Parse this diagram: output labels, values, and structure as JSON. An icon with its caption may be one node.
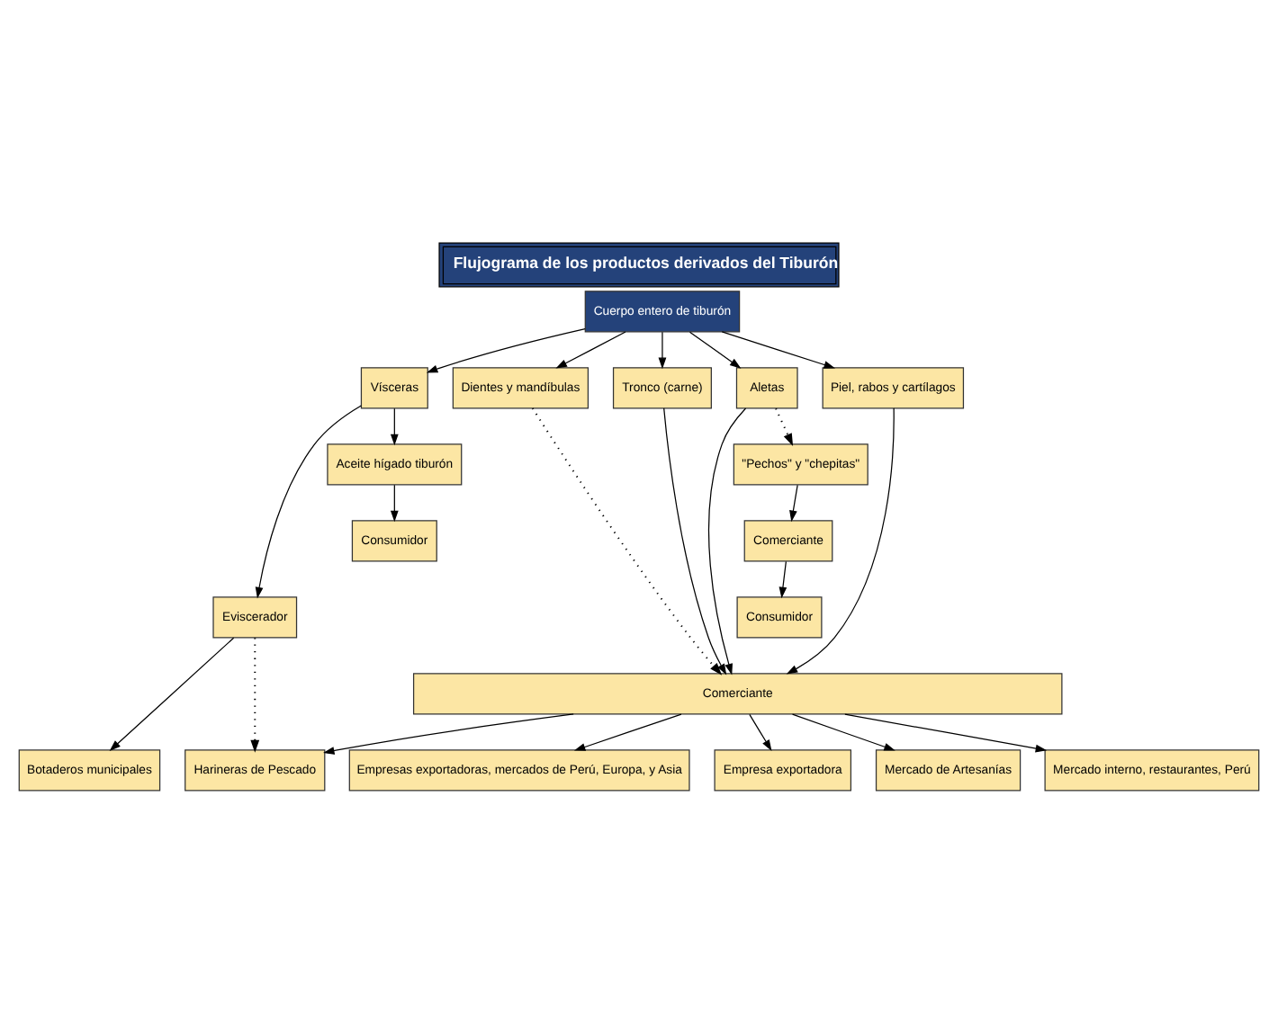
{
  "diagram": {
    "title": "Flujograma de los productos derivados del Tiburón",
    "nodes": [
      {
        "text": [
          "Cuerpo entero de tiburón"
        ]
      },
      {
        "text": [
          "Vísceras"
        ]
      },
      {
        "text": [
          "Dientes y mandíbulas"
        ]
      },
      {
        "text": [
          "Tronco (carne)"
        ]
      },
      {
        "text": [
          "Aletas"
        ]
      },
      {
        "text": [
          "Piel, rabos y cartílagos"
        ]
      },
      {
        "text": [
          "Aceite hígado tiburón"
        ]
      },
      {
        "text": [
          "Consumidor"
        ]
      },
      {
        "text": [
          "\"Pechos\" y \"chepitas\""
        ]
      },
      {
        "text": [
          "Comerciante"
        ]
      },
      {
        "text": [
          "Consumidor"
        ]
      },
      {
        "text": [
          "Eviscerador"
        ]
      },
      {
        "text": [
          "Comerciante"
        ]
      },
      {
        "text": [
          "Botaderos municipales"
        ]
      },
      {
        "text": [
          "Harineras de Pescado"
        ]
      },
      {
        "text": [
          "Mercado de Artesanías"
        ]
      },
      {
        "text": [
          "Mercado interno, restaurantes, Perú"
        ]
      },
      {
        "text": [
          "Empresas exportadoras, mercados de Perú, Europa, y Asia"
        ]
      },
      {
        "text": [
          "Empresa exportadora"
        ]
      }
    ],
    "edges": [
      {
        "from": 0,
        "to": 1,
        "arrow": "to"
      },
      {
        "from": 0,
        "to": 2,
        "arrow": "to"
      },
      {
        "from": 0,
        "to": 3,
        "arrow": "to"
      },
      {
        "from": 0,
        "to": 4,
        "arrow": "to"
      },
      {
        "from": 0,
        "to": 5,
        "arrow": "to"
      },
      {
        "from": 1,
        "to": 6,
        "arrow": "to"
      },
      {
        "from": 6,
        "to": 7,
        "arrow": "to"
      },
      {
        "from": 1,
        "to": 11,
        "arrow": "to"
      },
      {
        "from": 4,
        "to": 8,
        "arrow": "to",
        "style": "dashed"
      },
      {
        "from": 8,
        "to": 9,
        "arrow": "to"
      },
      {
        "from": 9,
        "to": 10,
        "arrow": "to"
      },
      {
        "from": 2,
        "to": 12,
        "arrow": "to",
        "style": "dashed"
      },
      {
        "from": 3,
        "to": 12,
        "arrow": "to"
      },
      {
        "from": 4,
        "to": 12,
        "arrow": "to"
      },
      {
        "from": 5,
        "to": 12,
        "arrow": "to"
      },
      {
        "from": 11,
        "to": 13,
        "arrow": "to"
      },
      {
        "from": 11,
        "to": 14,
        "arrow": "to",
        "style": "dashed"
      },
      {
        "from": 12,
        "to": 14,
        "arrow": "to"
      },
      {
        "from": 12,
        "to": 15,
        "arrow": "to"
      },
      {
        "from": 12,
        "to": 16,
        "arrow": "to"
      },
      {
        "from": 12,
        "to": 17,
        "arrow": "to"
      },
      {
        "from": 12,
        "to": 18,
        "arrow": "to"
      }
    ]
  }
}
